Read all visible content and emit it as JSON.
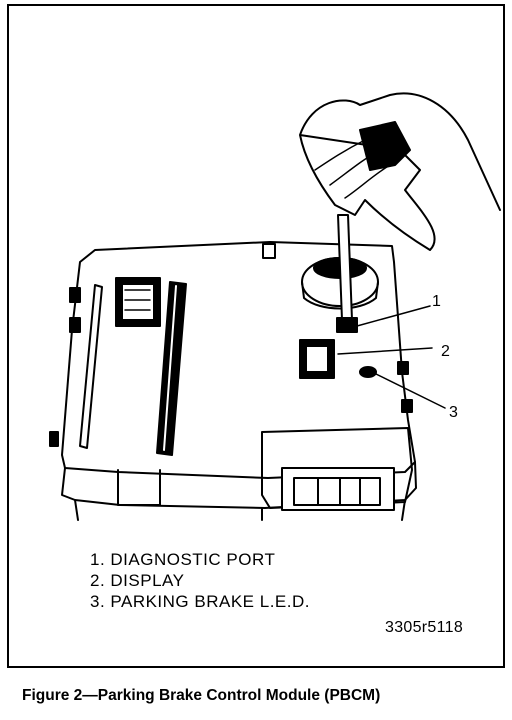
{
  "figure": {
    "callouts": [
      "1",
      "2",
      "3"
    ],
    "legend": [
      "1. DIAGNOSTIC PORT",
      "2. DISPLAY",
      "3. PARKING BRAKE L.E.D."
    ],
    "reference_code": "3305r5118",
    "caption": "Figure 2—Parking Brake Control Module (PBCM)"
  }
}
